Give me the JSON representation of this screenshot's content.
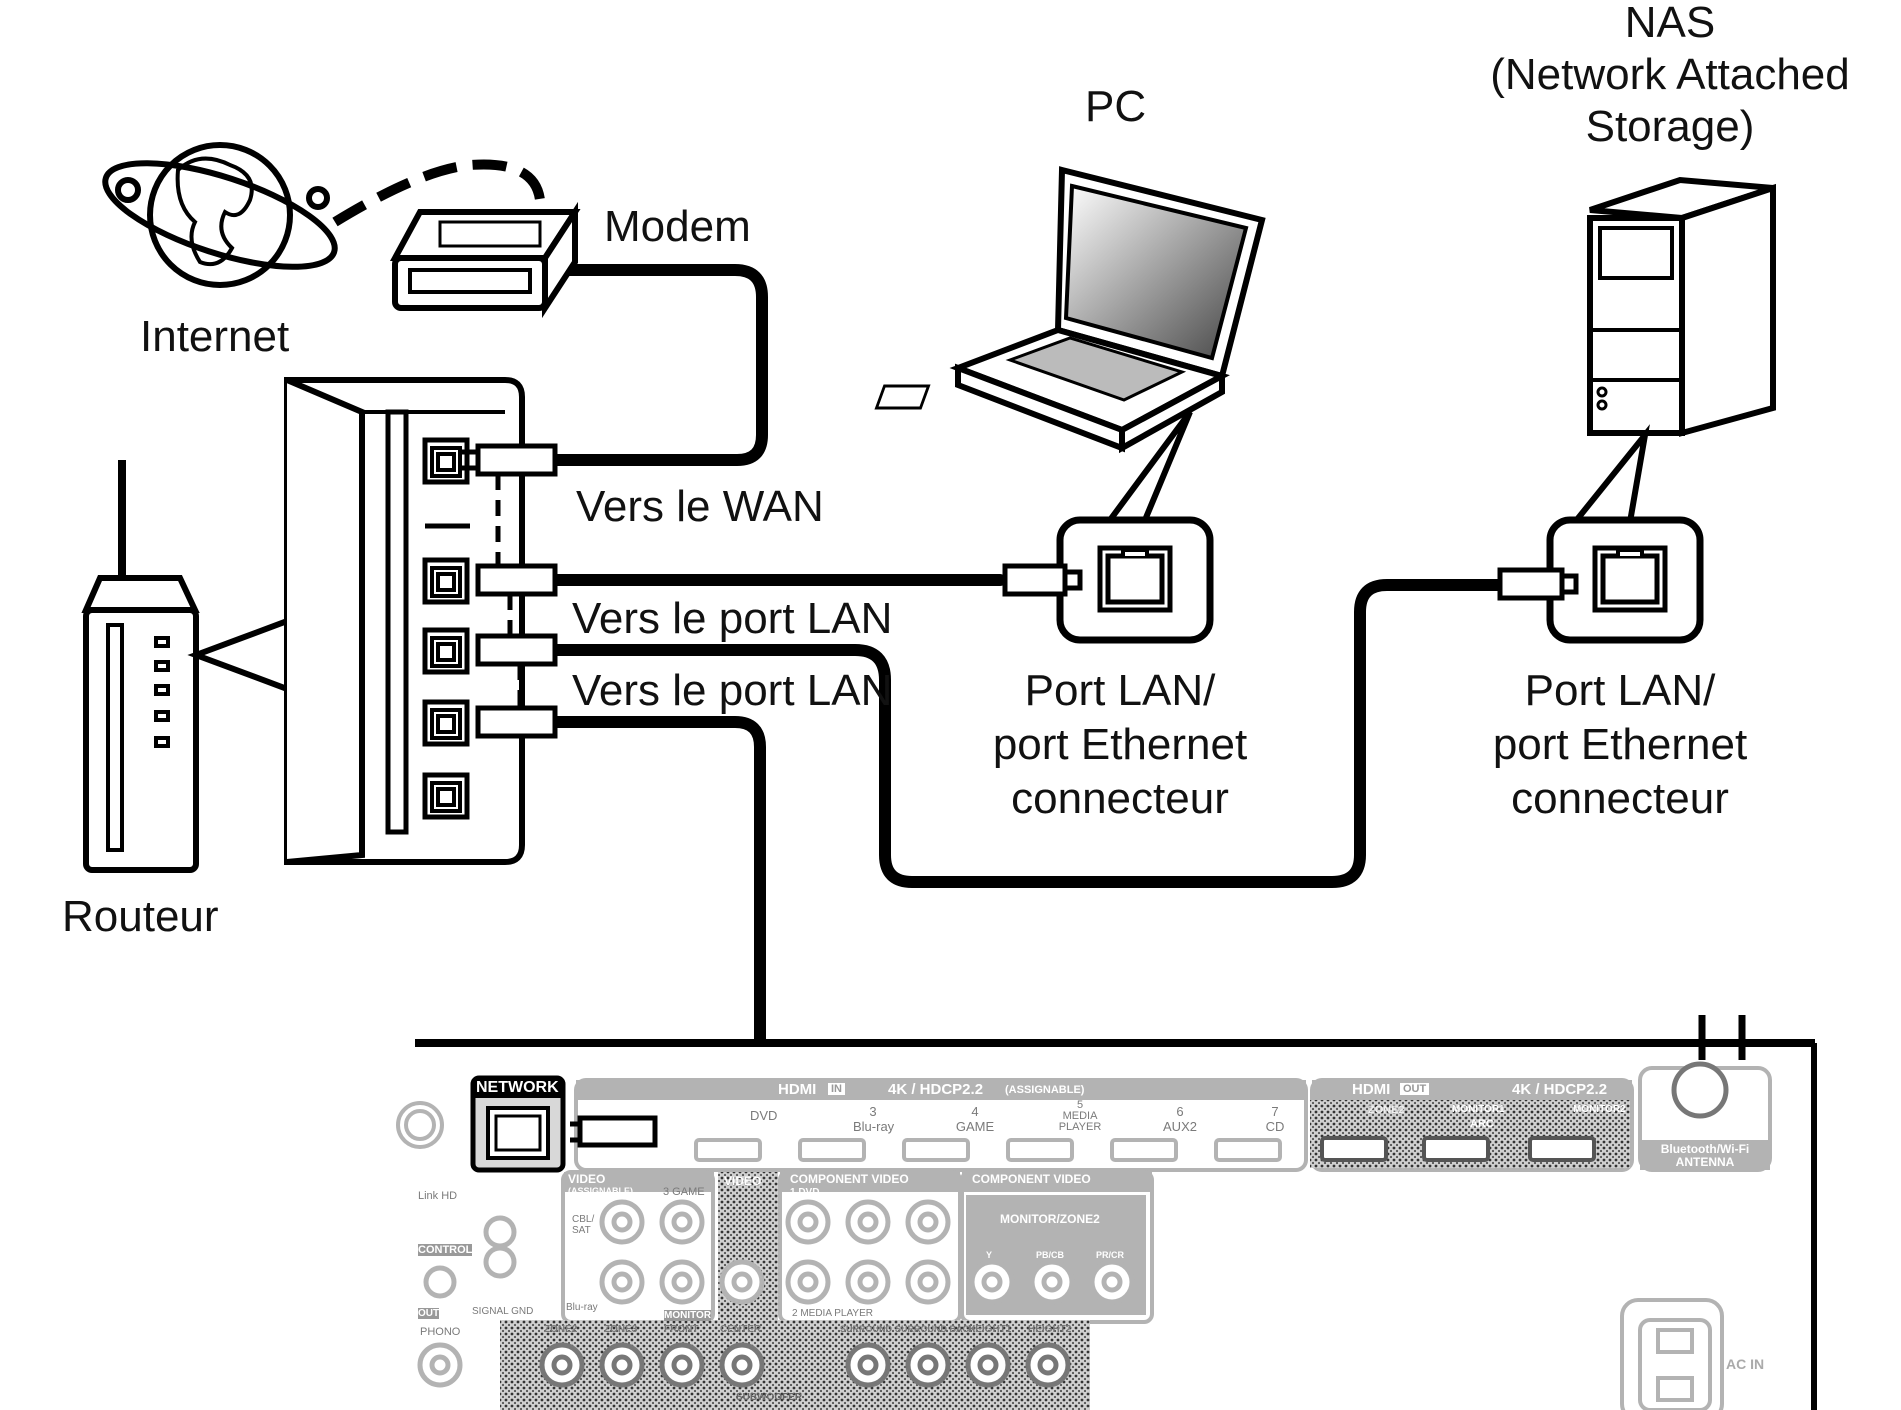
{
  "labels": {
    "nas": "NAS",
    "nas_full_1": "(Network Attached",
    "nas_full_2": "Storage)",
    "pc": "PC",
    "modem": "Modem",
    "internet": "Internet",
    "wan": "Vers le WAN",
    "lan1": "Vers le port LAN",
    "lan2": "Vers le port LAN",
    "router": "Routeur",
    "pc_port": [
      "Port LAN/",
      "port Ethernet",
      "connecteur"
    ],
    "nas_port": [
      "Port LAN/",
      "port Ethernet",
      "connecteur"
    ]
  },
  "receiver": {
    "network": "NETWORK",
    "hdmi_in": "HDMI",
    "hdmi_in_tag": "IN",
    "hdcp_in": "4K / HDCP2.2",
    "assignable": "(ASSIGNABLE)",
    "hdmi_out": "HDMI",
    "hdmi_out_tag": "OUT",
    "hdcp_out": "4K / HDCP2.2",
    "inputs": [
      {
        "num": "3",
        "name": "Blu-ray"
      },
      {
        "num": "4",
        "name": "GAME"
      },
      {
        "num": "5",
        "name": "MEDIA PLAYER"
      },
      {
        "num": "6",
        "name": "AUX2"
      },
      {
        "num": "7",
        "name": "CD"
      }
    ],
    "dvd": "DVD",
    "zone2": "ZONE2",
    "monitor1": "MONITOR1",
    "arc": "ARC",
    "monitor2": "MONITOR2",
    "antenna_1": "Bluetooth/Wi-Fi",
    "antenna_2": "ANTENNA",
    "video_in": "VIDEO",
    "video_in_assign": "(ASSIGNABLE)",
    "cbl_sat": "CBL/ SAT",
    "game3": "3 GAME",
    "bluray2": "Blu-ray",
    "video_out": "VIDEO",
    "component_in": "COMPONENT VIDEO",
    "component_in_dvd": "1 DVD",
    "component_in_mp": "2 MEDIA PLAYER",
    "component_out": "COMPONENT VIDEO",
    "monitor_zone2": "MONITOR/ZONE2",
    "y": "Y",
    "pb": "PB/CB",
    "pr": "PR/CR",
    "monitor": "MONITOR",
    "control": "CONTROL",
    "out": "OUT",
    "signal_gnd": "SIGNAL GND",
    "phono": "PHONO",
    "link_hd": "Link HD",
    "speakers": [
      "ZONE2",
      "ZONE3",
      "FRONT",
      "CENTER",
      "SURROUND",
      "SURROUND BACK",
      "HEIGHT1",
      "HEIGHT2"
    ],
    "subwoofer": "SUBWOOFER",
    "ac_in": "AC IN"
  }
}
